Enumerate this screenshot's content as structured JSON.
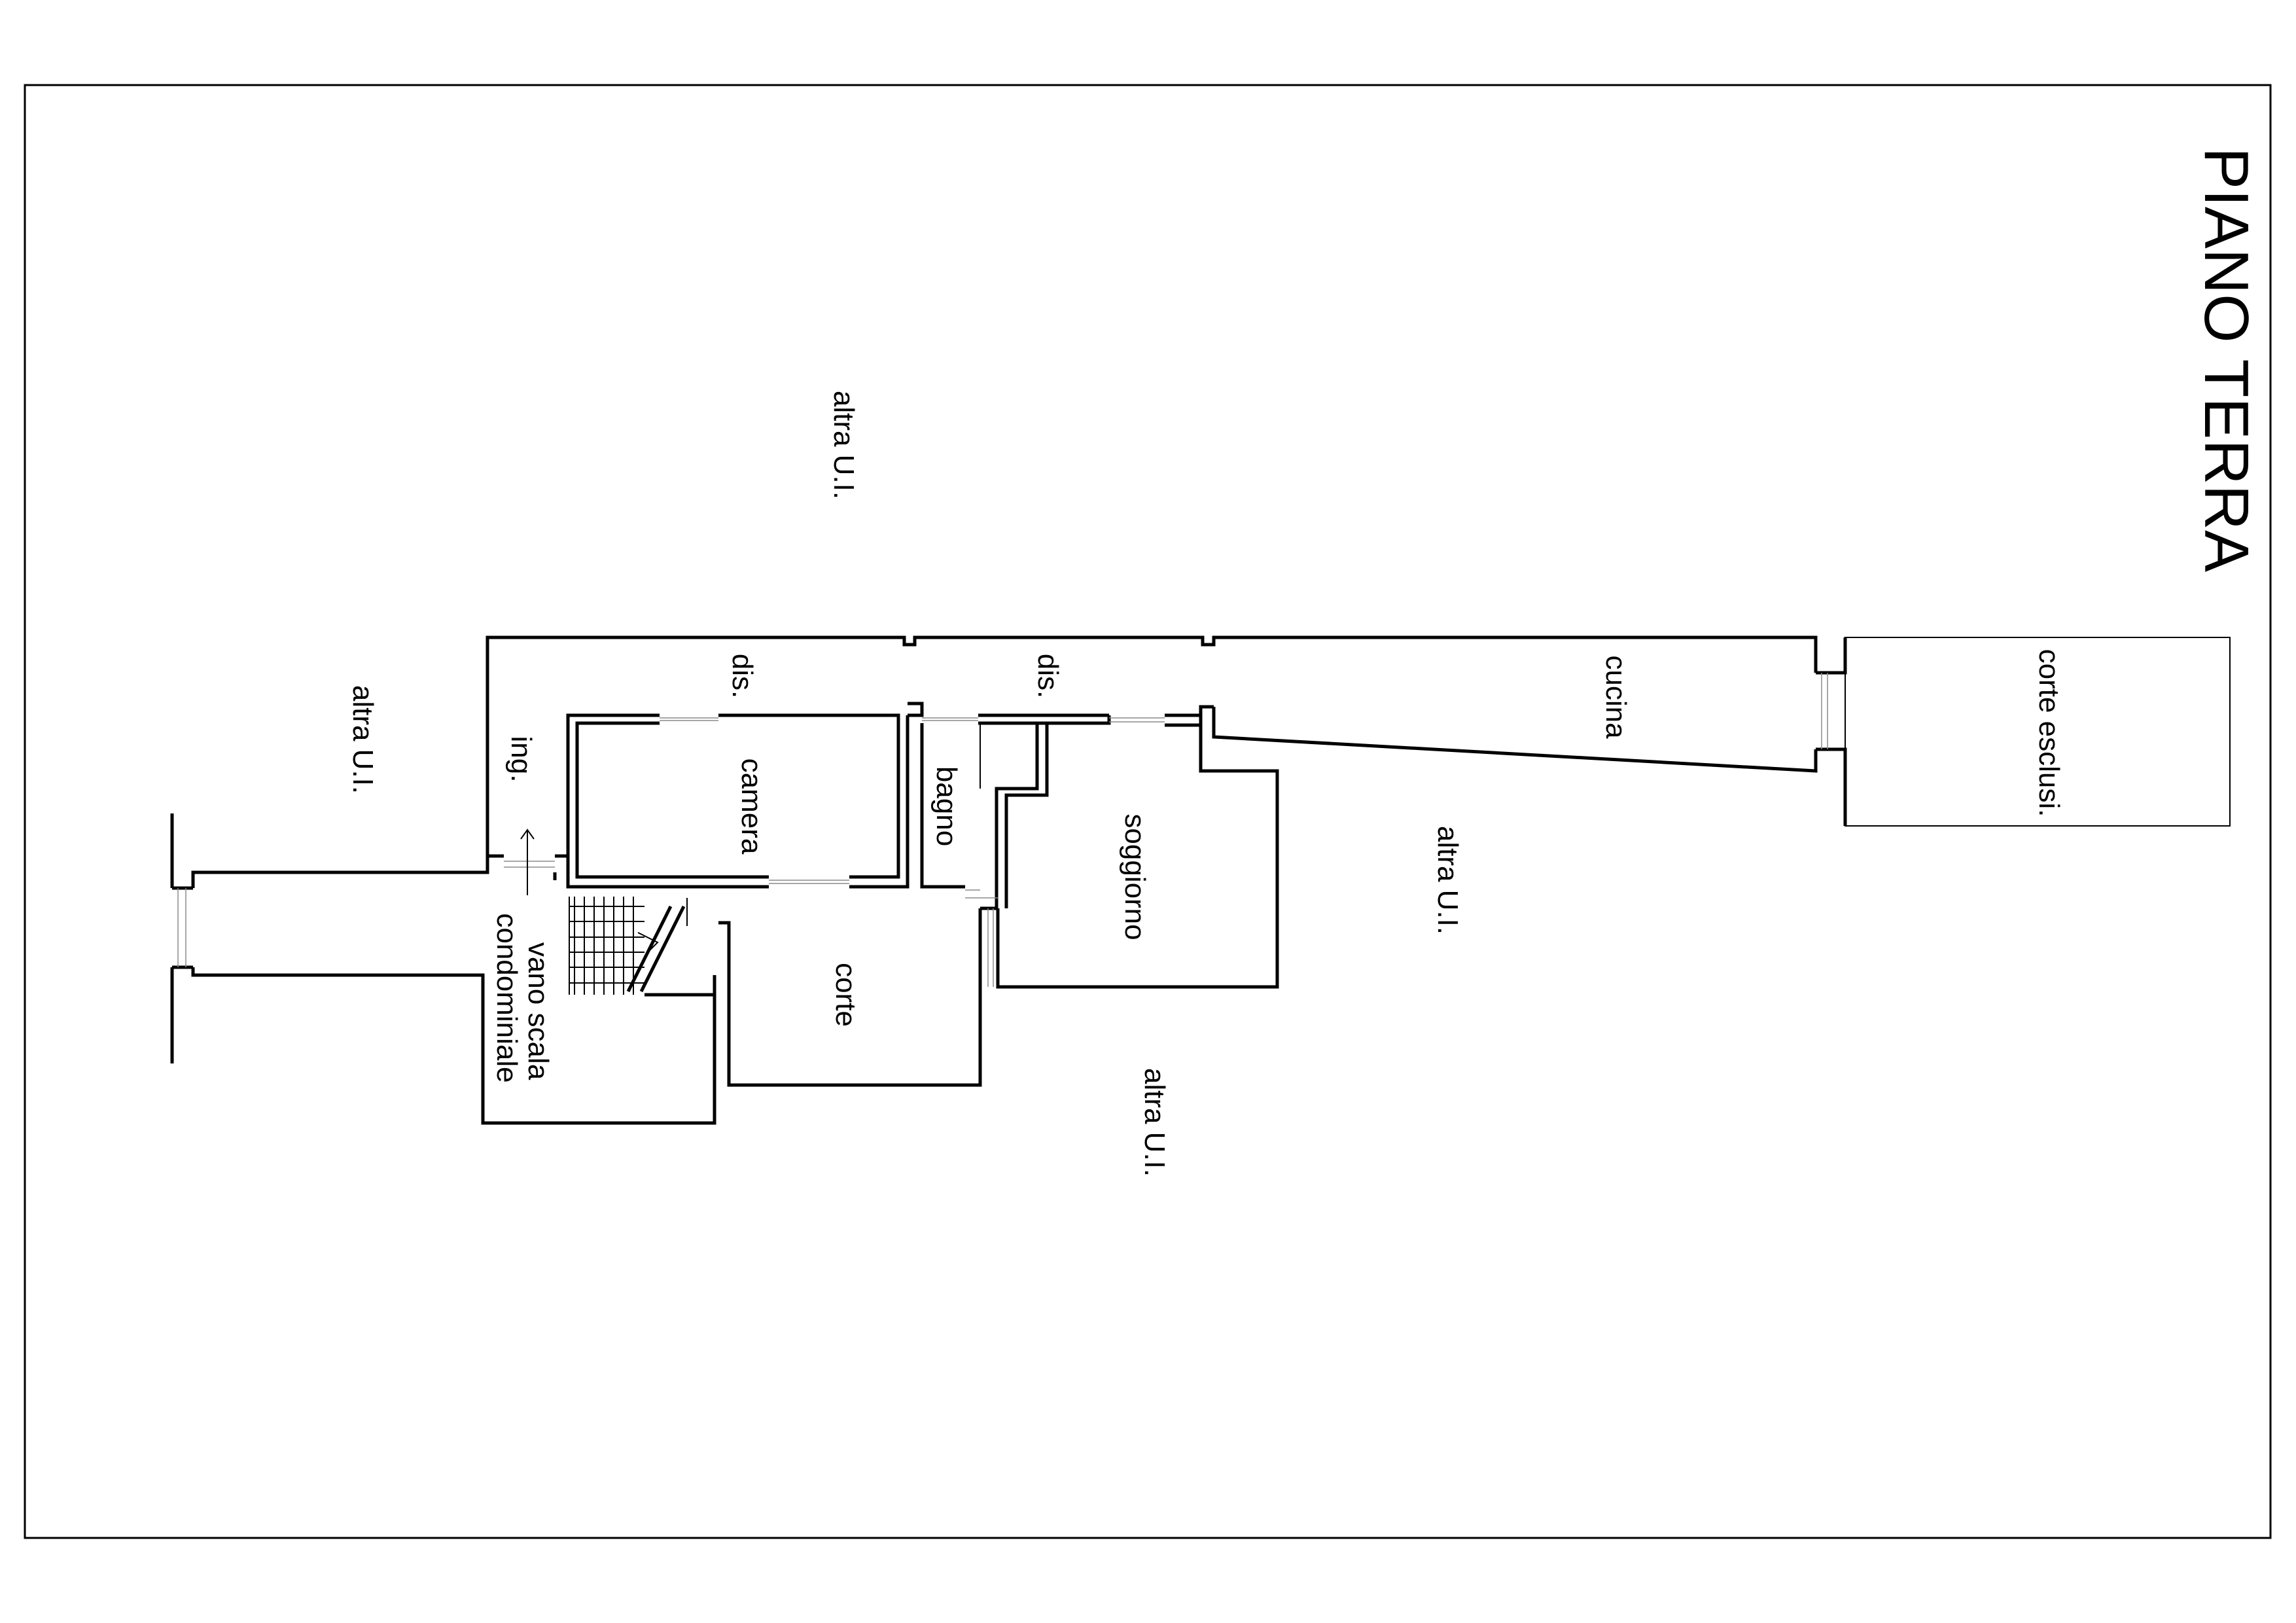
{
  "title": "PIANO TERRA",
  "rooms": {
    "ingresso": "ing.",
    "disimpegno_1": "dis.",
    "disimpegno_2": "dis.",
    "camera": "camera",
    "bagno": "bagno",
    "soggiorno": "soggiorno",
    "cucina": "cucina",
    "corte": "corte",
    "corte_esclusiva": "corte esclusi.",
    "vano_scala_1": "vano scala",
    "vano_scala_2": "condominiale"
  },
  "neighbours": {
    "top": "altra U.I.",
    "left": "altra U.I.",
    "right": "altra U.I.",
    "bottom": "altra U.I."
  }
}
